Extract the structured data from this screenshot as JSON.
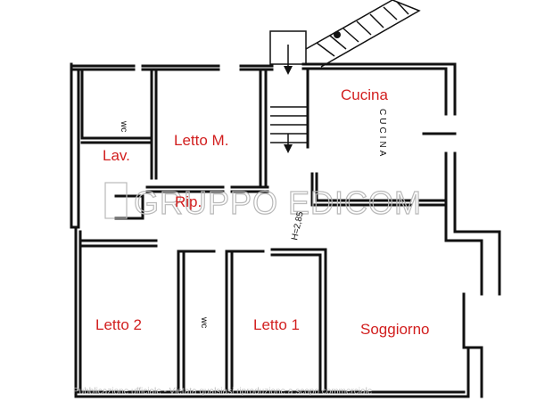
{
  "rooms": {
    "cucina": "Cucina",
    "letto_m": "Letto M.",
    "lav": "Lav.",
    "rip": "Rip.",
    "letto_2": "Letto 2",
    "letto_1": "Letto 1",
    "soggiorno": "Soggiorno"
  },
  "annotations": {
    "wc_upper": "wc",
    "wc_lower": "wc",
    "cucina_vertical": "CUCINA",
    "height_note": "H=2,85"
  },
  "watermark": {
    "text": "GRUPPO EDICOM",
    "footer": "Pubblicazione ufficiale - Vietata qualsiasi riproduzione a scopo commerciale"
  },
  "colors": {
    "label": "#d21f1f",
    "wall": "#111111",
    "watermark": "#b9b9b9"
  }
}
